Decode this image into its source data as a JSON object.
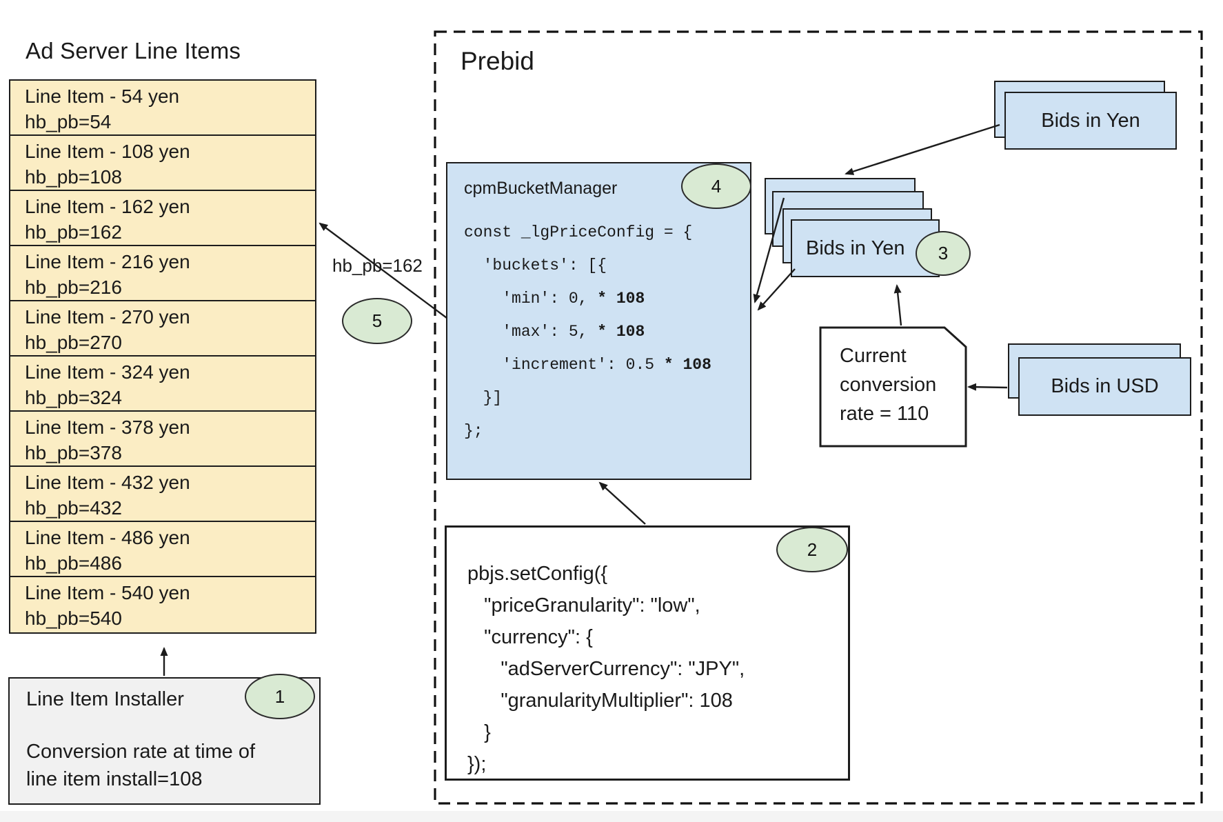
{
  "titles": {
    "ad_server": "Ad Server Line Items",
    "prebid": "Prebid"
  },
  "line_items": [
    {
      "title": "Line Item - 54 yen",
      "hb": "hb_pb=54"
    },
    {
      "title": "Line Item - 108 yen",
      "hb": "hb_pb=108"
    },
    {
      "title": "Line Item - 162 yen",
      "hb": "hb_pb=162"
    },
    {
      "title": "Line Item - 216 yen",
      "hb": "hb_pb=216"
    },
    {
      "title": "Line Item - 270 yen",
      "hb": "hb_pb=270"
    },
    {
      "title": "Line Item - 324 yen",
      "hb": "hb_pb=324"
    },
    {
      "title": "Line Item - 378 yen",
      "hb": "hb_pb=378"
    },
    {
      "title": "Line Item - 432 yen",
      "hb": "hb_pb=432"
    },
    {
      "title": "Line Item - 486 yen",
      "hb": "hb_pb=486"
    },
    {
      "title": "Line Item - 540 yen",
      "hb": "hb_pb=540"
    }
  ],
  "installer": {
    "title": "Line Item Installer",
    "badge": "1",
    "note": "Conversion rate at time of\nline item install=108"
  },
  "cpm_bucket_manager": {
    "title": "cpmBucketManager",
    "badge": "4",
    "code_lines": [
      [
        {
          "t": "const _lgPriceConfig = {",
          "b": false
        }
      ],
      [
        {
          "t": "  'buckets': [{",
          "b": false
        }
      ],
      [
        {
          "t": "    'min': 0, ",
          "b": false
        },
        {
          "t": "* 108",
          "b": true
        }
      ],
      [
        {
          "t": "    'max': 5, ",
          "b": false
        },
        {
          "t": "* 108",
          "b": true
        }
      ],
      [
        {
          "t": "    'increment': 0.5 ",
          "b": false
        },
        {
          "t": "* 108",
          "b": true
        }
      ],
      [
        {
          "t": "  }]",
          "b": false
        }
      ],
      [
        {
          "t": "};",
          "b": false
        }
      ]
    ]
  },
  "pbjs_config": {
    "badge": "2",
    "lines": [
      "pbjs.setConfig({",
      "   \"priceGranularity\": \"low\",",
      "   \"currency\": {",
      "      \"adServerCurrency\": \"JPY\",",
      "      \"granularityMultiplier\": 108",
      "   }",
      "});"
    ]
  },
  "bids_in_yen_top": {
    "label": "Bids in Yen"
  },
  "bids_in_yen_stack": {
    "label": "Bids in Yen",
    "badge": "3"
  },
  "bids_in_usd": {
    "label": "Bids in USD"
  },
  "conversion_note": {
    "text": "Current\nconversion\nrate = 110"
  },
  "flow_labels": {
    "hb_pb": "hb_pb=162",
    "badge_5": "5"
  },
  "colors": {
    "card_blue": "#cfe2f3",
    "row_yellow": "#fbedc4",
    "badge_green": "#d9ead3",
    "installer_gray": "#f1f1f1",
    "line_ink": "#1c1c1c"
  }
}
